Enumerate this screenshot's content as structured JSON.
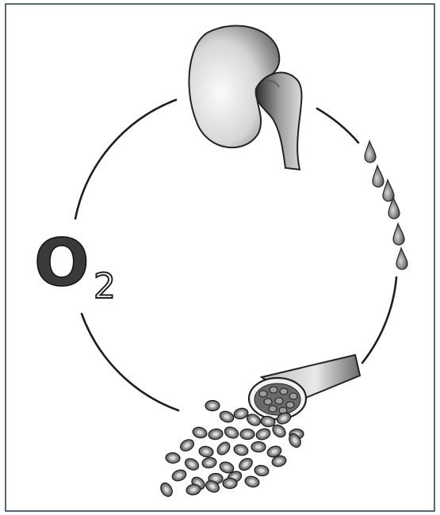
{
  "diagram": {
    "label_o2": {
      "symbol": "O",
      "subscript": "2"
    },
    "nodes": [
      {
        "id": "kidney",
        "icon": "kidney-icon"
      },
      {
        "id": "epo-drops",
        "icon": "droplets-icon"
      },
      {
        "id": "bone-marrow",
        "icon": "bone-marrow-icon"
      },
      {
        "id": "red-blood-cells",
        "icon": "red-blood-cells-icon"
      }
    ],
    "colors": {
      "stroke": "#222222",
      "fill_light": "#e8e8e8",
      "fill_mid": "#a0a0a0",
      "fill_dark": "#3a3a3a",
      "border": "#1f3550"
    }
  }
}
